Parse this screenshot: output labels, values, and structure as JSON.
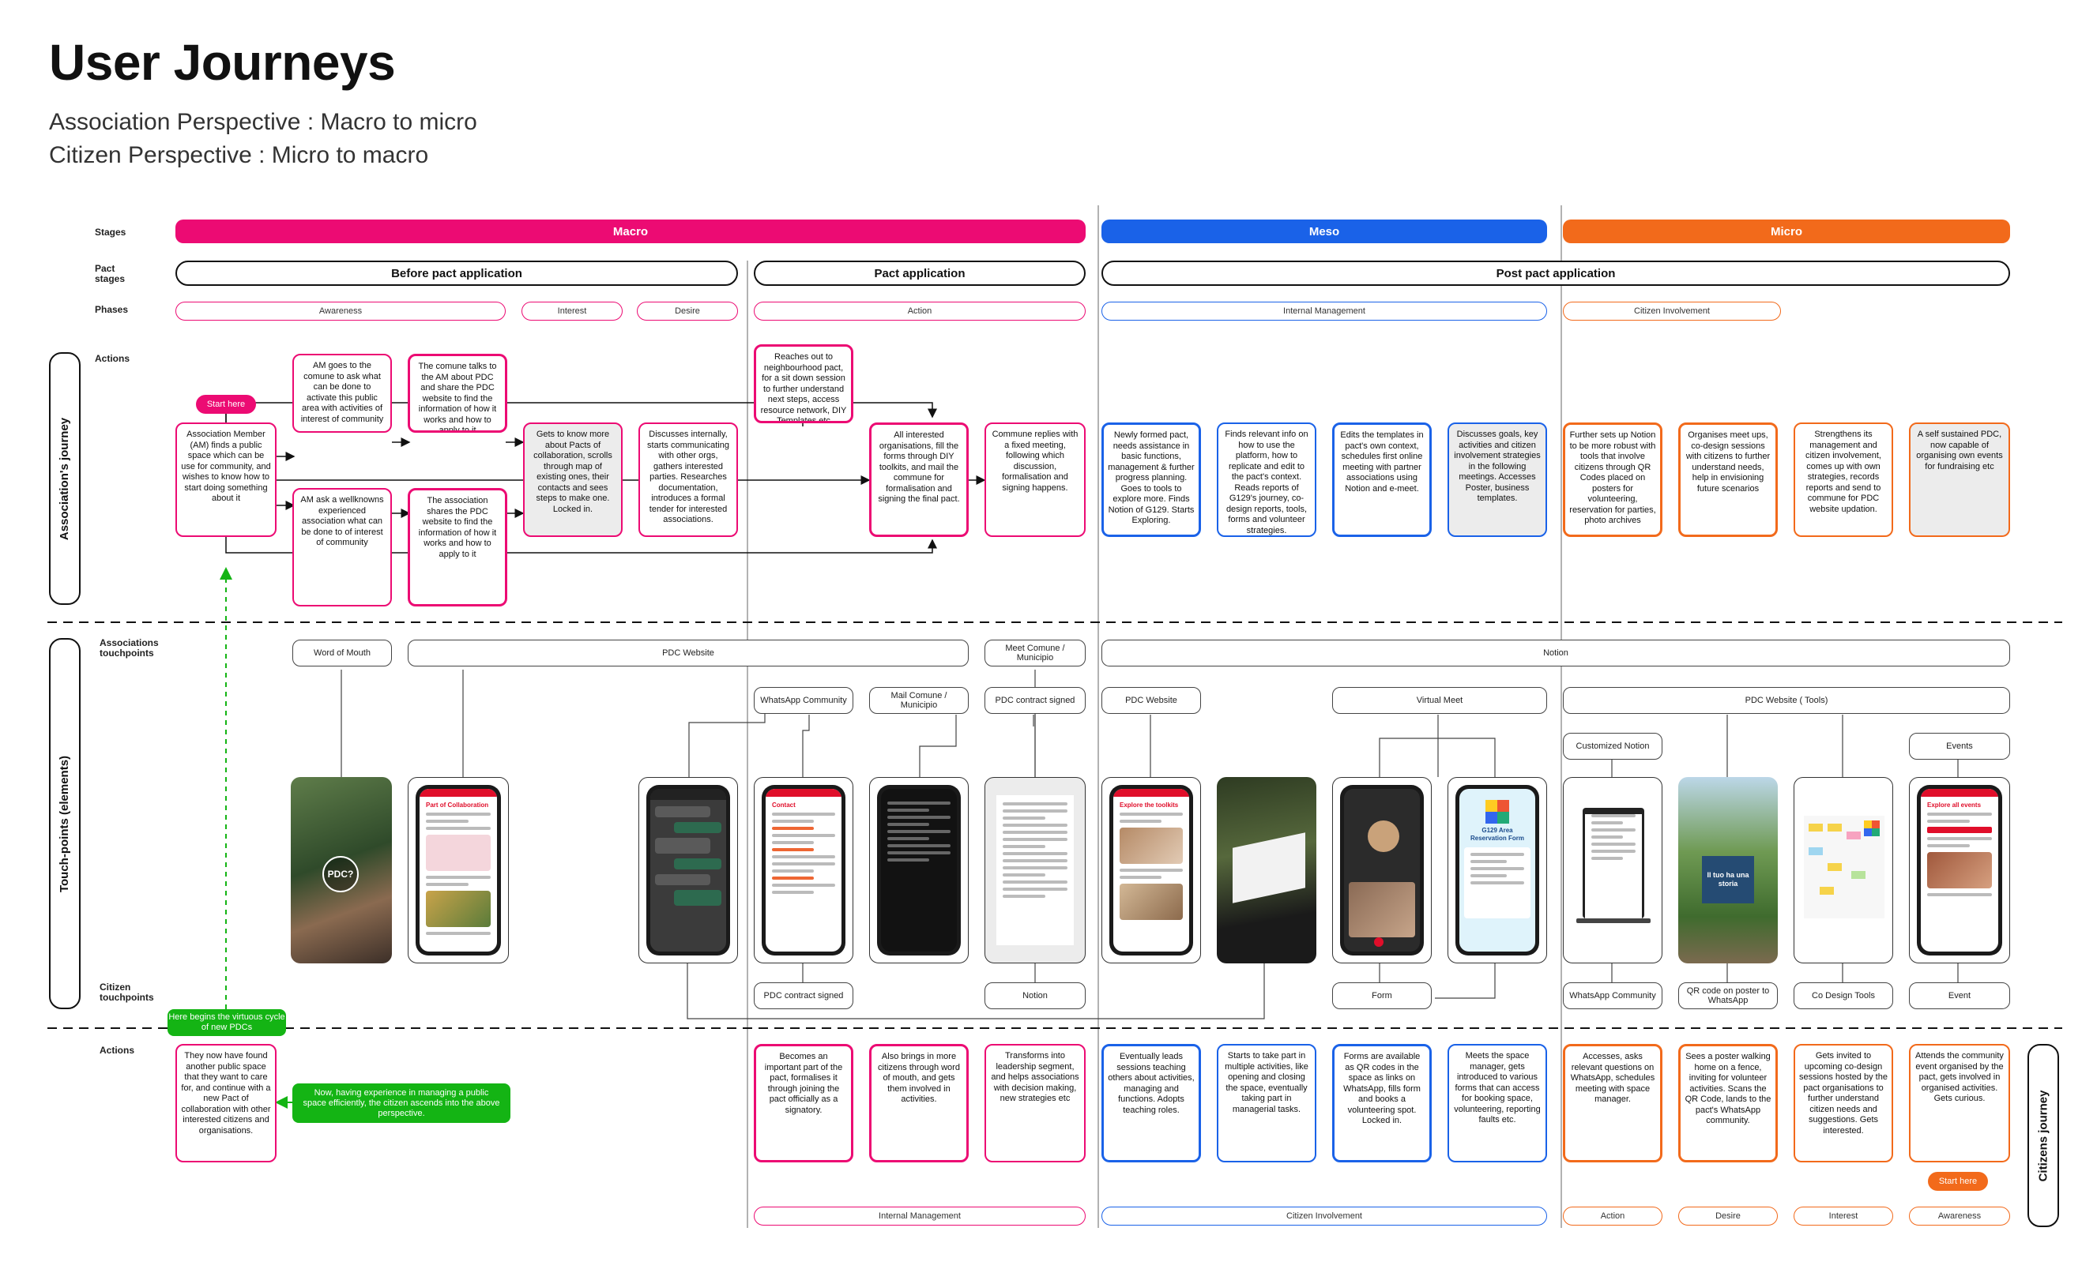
{
  "header": {
    "title": "User Journeys",
    "subtitle1": "Association Perspective : Macro to micro",
    "subtitle2": "Citizen Perspective : Micro to macro"
  },
  "colors": {
    "macro": "#ec0b73",
    "meso": "#1a62e8",
    "micro": "#f26a1b",
    "green": "#14b414"
  },
  "rows": {
    "stages": "Stages",
    "pact_stages": "Pact stages",
    "phases": "Phases",
    "actions": "Actions",
    "assoc_touchpoints": "Associations touchpoints",
    "citizen_touchpoints": "Citizen touchpoints",
    "actions_bottom": "Actions",
    "associations_journey": "Association's journey",
    "touchpoints_elements": "Touch-points (elements)",
    "citizens_journey": "Citizens journey"
  },
  "stages": {
    "macro": "Macro",
    "meso": "Meso",
    "micro": "Micro"
  },
  "pact_stages": {
    "before": "Before pact application",
    "pact": "Pact application",
    "post": "Post pact application"
  },
  "phases": {
    "awareness": "Awareness",
    "interest": "Interest",
    "desire": "Desire",
    "action": "Action",
    "internal": "Internal Management",
    "citizen": "Citizen Involvement"
  },
  "start_here_top": "Start here",
  "start_here_bottom": "Start here",
  "virtuous": "Here begins the virtuous cycle of new PDCs",
  "ascends": "Now, having experience in managing a public space efficiently, the citizen ascends into the above perspective.",
  "assoc_actions": {
    "a1": "Association Member (AM) finds a public space which can be use for community, and wishes to know how to start doing something about it",
    "a2": "AM goes to the comune to ask what can be done to activate this public area with activities of interest of community",
    "a3": "AM ask a wellknowns experienced association what can be done to of interest of community",
    "a4": "The comune talks to the AM about PDC and share the PDC website to find the information of how it works and how to apply to it",
    "a5": "The association shares the PDC website to find the information of how it works and how to apply to it",
    "a6": "Gets to know more about Pacts of collaboration, scrolls through map of existing ones, their contacts and sees steps to make one. Locked in.",
    "a7": "Discusses internally, starts communicating with other orgs, gathers interested parties. Researches documentation, introduces a formal tender for interested associations.",
    "a8": "Reaches out to neighbourhood pact, for a sit down session to further understand next steps, access resource network, DIY Templates etc",
    "a9": "All interested organisations, fill the forms through DIY toolkits, and mail the commune for formalisation and signing the final pact.",
    "a10": "Commune replies with a fixed meeting, following which discussion, formalisation and signing happens.",
    "a11": "Newly formed pact, needs assistance in basic functions, management & further progress planning. Goes to tools to explore more. Finds Notion of G129. Starts Exploring.",
    "a12": "Finds relevant info on how to use the platform, how to replicate and edit to the pact's context. Reads reports of G129's journey, co-design reports, tools, forms and volunteer strategies.",
    "a13": "Edits the templates in pact's own context, schedules first online meeting with partner associations using Notion and e-meet.",
    "a14": "Discusses goals, key activities and citizen involvement strategies in the following meetings. Accesses Poster, business templates.",
    "a15": "Further sets up Notion to be more robust with tools that involve citizens through QR Codes placed on posters for volunteering, reservation for parties, photo archives",
    "a16": "Organises meet ups, co-design sessions with citizens to further understand needs, help in envisioning future scenarios",
    "a17": "Strengthens its management and citizen involvement, comes up with own strategies, records reports and send to commune for PDC website updation.",
    "a18": "A self sustained PDC, now capable of organising own events for fundraising etc"
  },
  "assoc_touchpoints": {
    "wom": "Word of Mouth",
    "pdcweb": "PDC Website",
    "meet": "Meet Comune / Municipio",
    "notion": "Notion",
    "whatsapp": "WhatsApp Community",
    "mail": "Mail Comune / Municipio",
    "signed": "PDC contract signed",
    "pdcweb2": "PDC Website",
    "virtual": "Virtual Meet",
    "pdctools": "PDC Website ( Tools)",
    "custom": "Customized Notion",
    "events": "Events"
  },
  "screens": {
    "collab": "Part of Collaboration",
    "pdc_q": "PDC?",
    "contact": "Contact",
    "toolkits": "Explore the toolkits",
    "form": "G129 Area Reservation Form",
    "events_s": "Explore all events",
    "poster": "Il tuo ha una storia"
  },
  "citizen_touchpoints": {
    "signed": "PDC contract signed",
    "notion": "Notion",
    "form": "Form",
    "wa": "WhatsApp Community",
    "qr": "QR code on poster to WhatsApp",
    "codesign": "Co Design Tools",
    "event": "Event"
  },
  "citizen_actions": {
    "b1": "They now have found another public space that they want to care for, and continue with a new Pact of collaboration with other interested citizens and organisations.",
    "b2": "Becomes an important part of the pact, formalises it through joining the pact officially as a signatory.",
    "b3": "Also brings in more citizens through word of mouth, and gets them involved in activities.",
    "b4": "Transforms into leadership segment, and helps associations with decision making, new strategies etc",
    "b5": "Eventually leads sessions teaching others about activities, managing and functions. Adopts teaching roles.",
    "b6": "Starts to take part in multiple activities, like opening and closing the space, eventually taking part in managerial tasks.",
    "b7": "Forms are available as QR codes in the space as links on WhatsApp, fills form and books a volunteering spot. Locked in.",
    "b8": "Meets the space manager, gets introduced to various forms that can access for booking space, volunteering, reporting faults etc.",
    "b9": "Accesses, asks relevant questions on WhatsApp, schedules meeting with space manager.",
    "b10": "Sees a poster walking home on a fence, inviting for volunteer activities. Scans the QR Code, lands to the pact's WhatsApp community.",
    "b11": "Gets invited to upcoming co-design sessions hosted by the pact organisations to further understand citizen needs and suggestions. Gets interested.",
    "b12": "Attends the community event organised by the pact, gets involved in organised activities. Gets curious."
  },
  "bottom_phases": {
    "internal": "Internal Management",
    "citizen": "Citizen Involvement",
    "action": "Action",
    "desire": "Desire",
    "interest": "Interest",
    "awareness": "Awareness"
  }
}
